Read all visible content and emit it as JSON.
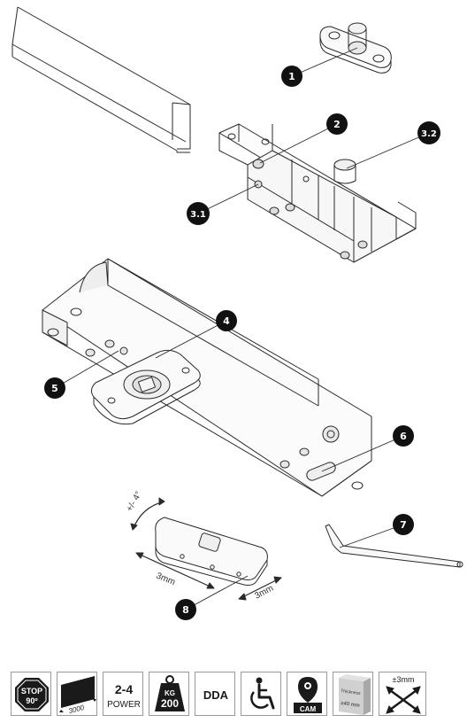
{
  "callouts": [
    "1",
    "2",
    "3.1",
    "3.2",
    "4",
    "5",
    "6",
    "7",
    "8"
  ],
  "dimensions": {
    "angle": "+/- 4°",
    "length_a": "3mm",
    "length_b": "3mm"
  },
  "features": {
    "stop": {
      "top": "STOP",
      "bottom": "90º"
    },
    "door_width": "3000",
    "power": {
      "top": "2-4",
      "bottom": "POWER"
    },
    "weight": {
      "unit": "KG",
      "value": "200"
    },
    "dda": "DDA",
    "cam": "CAM",
    "thickness": {
      "label": "Thickness",
      "value": "≥40 mm"
    },
    "adjust": "±3mm"
  },
  "icons": [
    "stop-sign-icon",
    "door-width-icon",
    "power-size-icon",
    "weight-icon",
    "dda-icon",
    "wheelchair-icon",
    "cam-icon",
    "door-thickness-icon",
    "adjustment-arrows-icon"
  ]
}
